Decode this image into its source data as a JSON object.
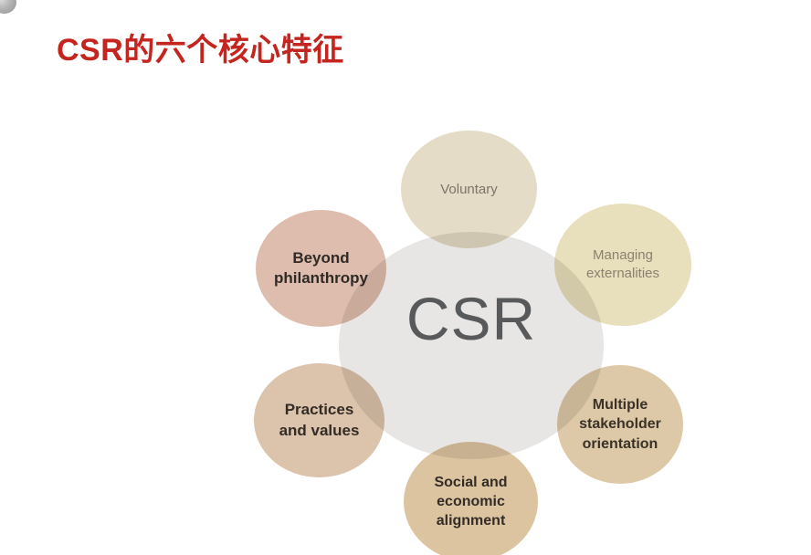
{
  "title": {
    "text": "CSR的六个核心特征",
    "color": "#c4251e"
  },
  "diagram": {
    "center": {
      "label": "CSR",
      "fill": "#e7e6e4",
      "text_color": "#58595a"
    },
    "nodes": [
      {
        "id": "voluntary",
        "label": "Voluntary",
        "fill": "#e4dcc6",
        "text_color": "#7b7568"
      },
      {
        "id": "managing-externalities",
        "label": "Managing\nexternalities",
        "fill": "#e8dfbc",
        "text_color": "#8b8170"
      },
      {
        "id": "multiple-stakeholder-orientation",
        "label": "Multiple\nstakeholder\norientation",
        "fill": "#ddc9a7",
        "text_color": "#3a3127"
      },
      {
        "id": "social-economic-alignment",
        "label": "Social and\neconomic\nalignment",
        "fill": "#ddc4a1",
        "text_color": "#332c26"
      },
      {
        "id": "practices-and-values",
        "label": "Practices\nand values",
        "fill": "#dcc3ab",
        "text_color": "#332c26"
      },
      {
        "id": "beyond-philanthropy",
        "label": "Beyond\nphilanthropy",
        "fill": "#debdae",
        "text_color": "#2f2a25"
      }
    ]
  }
}
